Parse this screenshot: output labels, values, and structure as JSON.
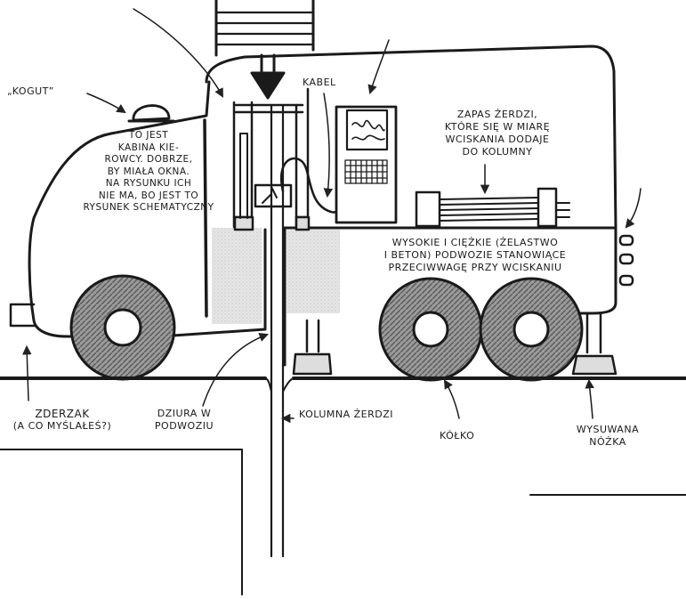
{
  "labels": {
    "kogut": "„KOGUT”",
    "kabel": "KABEL",
    "kabina_lines": [
      "TO JEST",
      "KABINA KIE-",
      "ROWCY. DOBRZE,",
      "BY MIAŁA OKNA.",
      "NA RYSUNKU ICH",
      "NIE MA, BO JEST TO",
      "RYSUNEK SCHEMATYCZNY"
    ],
    "zapas_lines": [
      "ZAPAS ŻERDZI,",
      "KTÓRE SIĘ W MIARĘ",
      "WCISKANIA DODAJE",
      "DO KOLUMNY"
    ],
    "podwozie_lines": [
      "WYSOKIE I CIĘŻKIE (ŻELASTWO",
      "I BETON) PODWOZIE STANOWIĄCE",
      "PRZECIWWAGĘ PRZY WCISKANIU"
    ],
    "zderzak_lines": [
      "ZDERZAK",
      "(A CO MYŚLAŁEŚ?)"
    ],
    "dziura_lines": [
      "DZIURA W",
      "PODWOZIU"
    ],
    "kolumna": "KOLUMNA ŻERDZI",
    "kolko": "KÓŁKO",
    "nozka_lines": [
      "WYSUWANA",
      "NÓŻKA"
    ]
  }
}
